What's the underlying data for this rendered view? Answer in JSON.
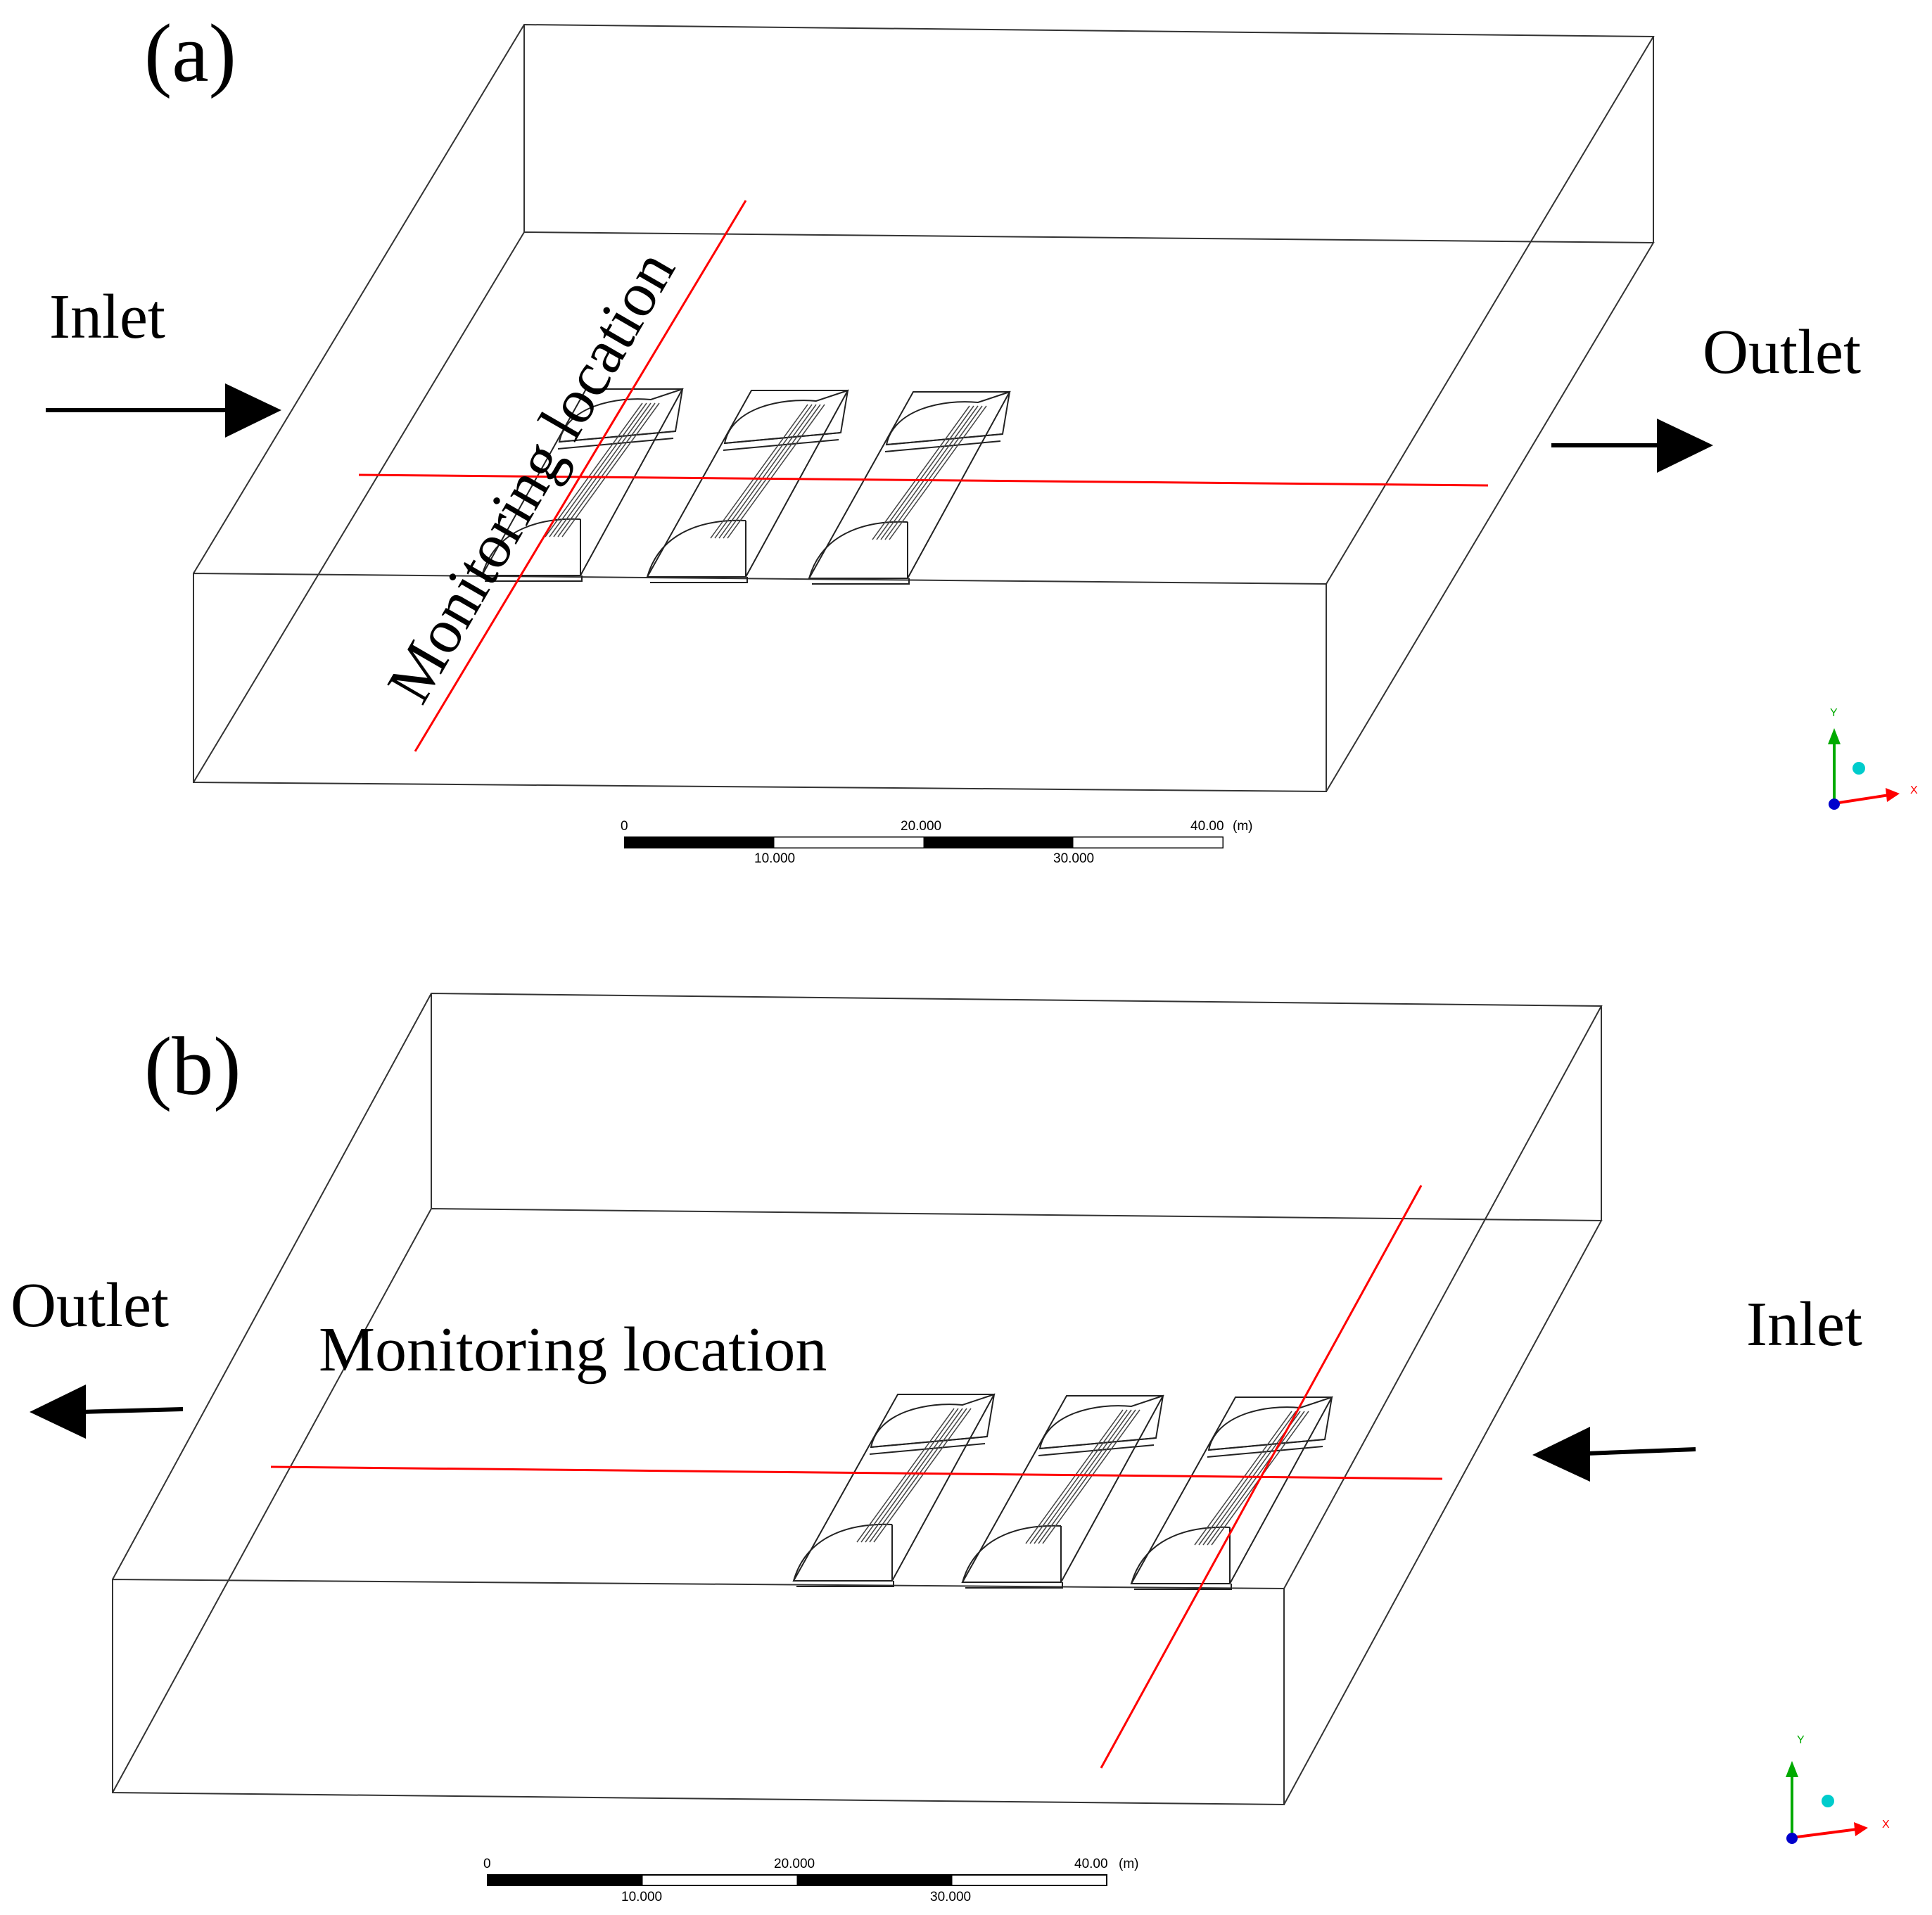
{
  "panel_a": {
    "label": "(a)",
    "inlet_label": "Inlet",
    "outlet_label": "Outlet",
    "monitoring_label": "Monitoring location",
    "scale": {
      "tick_0": "0",
      "tick_10": "10.000",
      "tick_20": "20.000",
      "tick_30": "30.000",
      "tick_40": "40.00",
      "unit": "(m)"
    },
    "axes": {
      "y": "Y",
      "x": "X"
    }
  },
  "panel_b": {
    "label": "(b)",
    "inlet_label": "Inlet",
    "outlet_label": "Outlet",
    "monitoring_label": "Monitoring location",
    "scale": {
      "tick_0": "0",
      "tick_10": "10.000",
      "tick_20": "20.000",
      "tick_30": "30.000",
      "tick_40": "40.00",
      "unit": "(m)"
    },
    "axes": {
      "y": "Y",
      "x": "X"
    }
  },
  "colors": {
    "monitoring_line": "#ff0000",
    "axis_y": "#00aa00",
    "axis_x": "#ff0000",
    "axis_z": "#0000cc",
    "axis_dot": "#00cccc"
  }
}
